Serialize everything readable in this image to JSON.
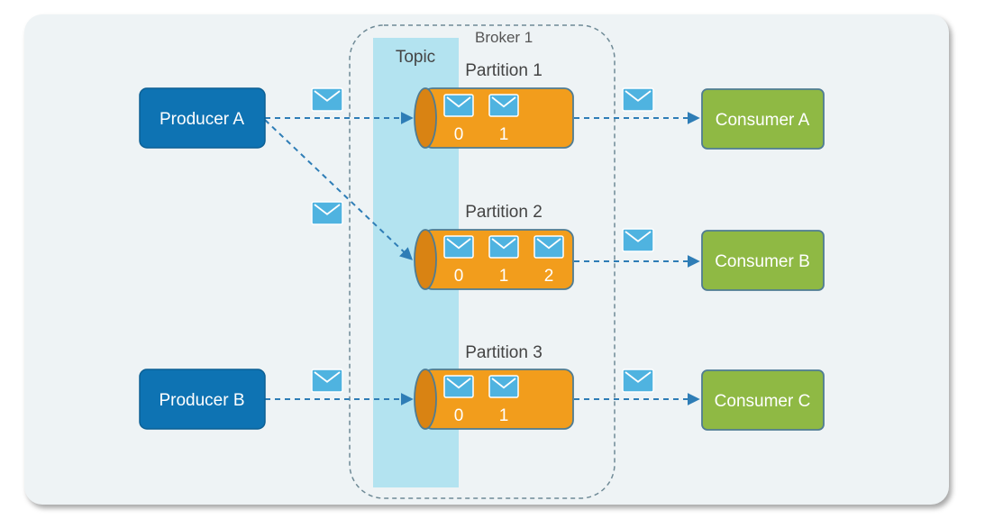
{
  "broker": {
    "label": "Broker 1"
  },
  "topic": {
    "label": "Topic"
  },
  "producers": [
    {
      "id": "a",
      "label": "Producer A"
    },
    {
      "id": "b",
      "label": "Producer B"
    }
  ],
  "consumers": [
    {
      "id": "a",
      "label": "Consumer A"
    },
    {
      "id": "b",
      "label": "Consumer B"
    },
    {
      "id": "c",
      "label": "Consumer C"
    }
  ],
  "partitions": [
    {
      "label": "Partition 1",
      "offsets": [
        "0",
        "1"
      ]
    },
    {
      "label": "Partition 2",
      "offsets": [
        "0",
        "1",
        "2"
      ]
    },
    {
      "label": "Partition 3",
      "offsets": [
        "0",
        "1"
      ]
    }
  ],
  "colors": {
    "producer": "#0e73b3",
    "consumer": "#8fb944",
    "partition": "#f29d1c",
    "partition_end": "#d98313",
    "topic_band": "#b3e3f0",
    "envelope": "#4fb3e0",
    "arrow": "#2e7db6",
    "panel": "#eef3f5"
  },
  "icons": {
    "message": "envelope-icon"
  }
}
